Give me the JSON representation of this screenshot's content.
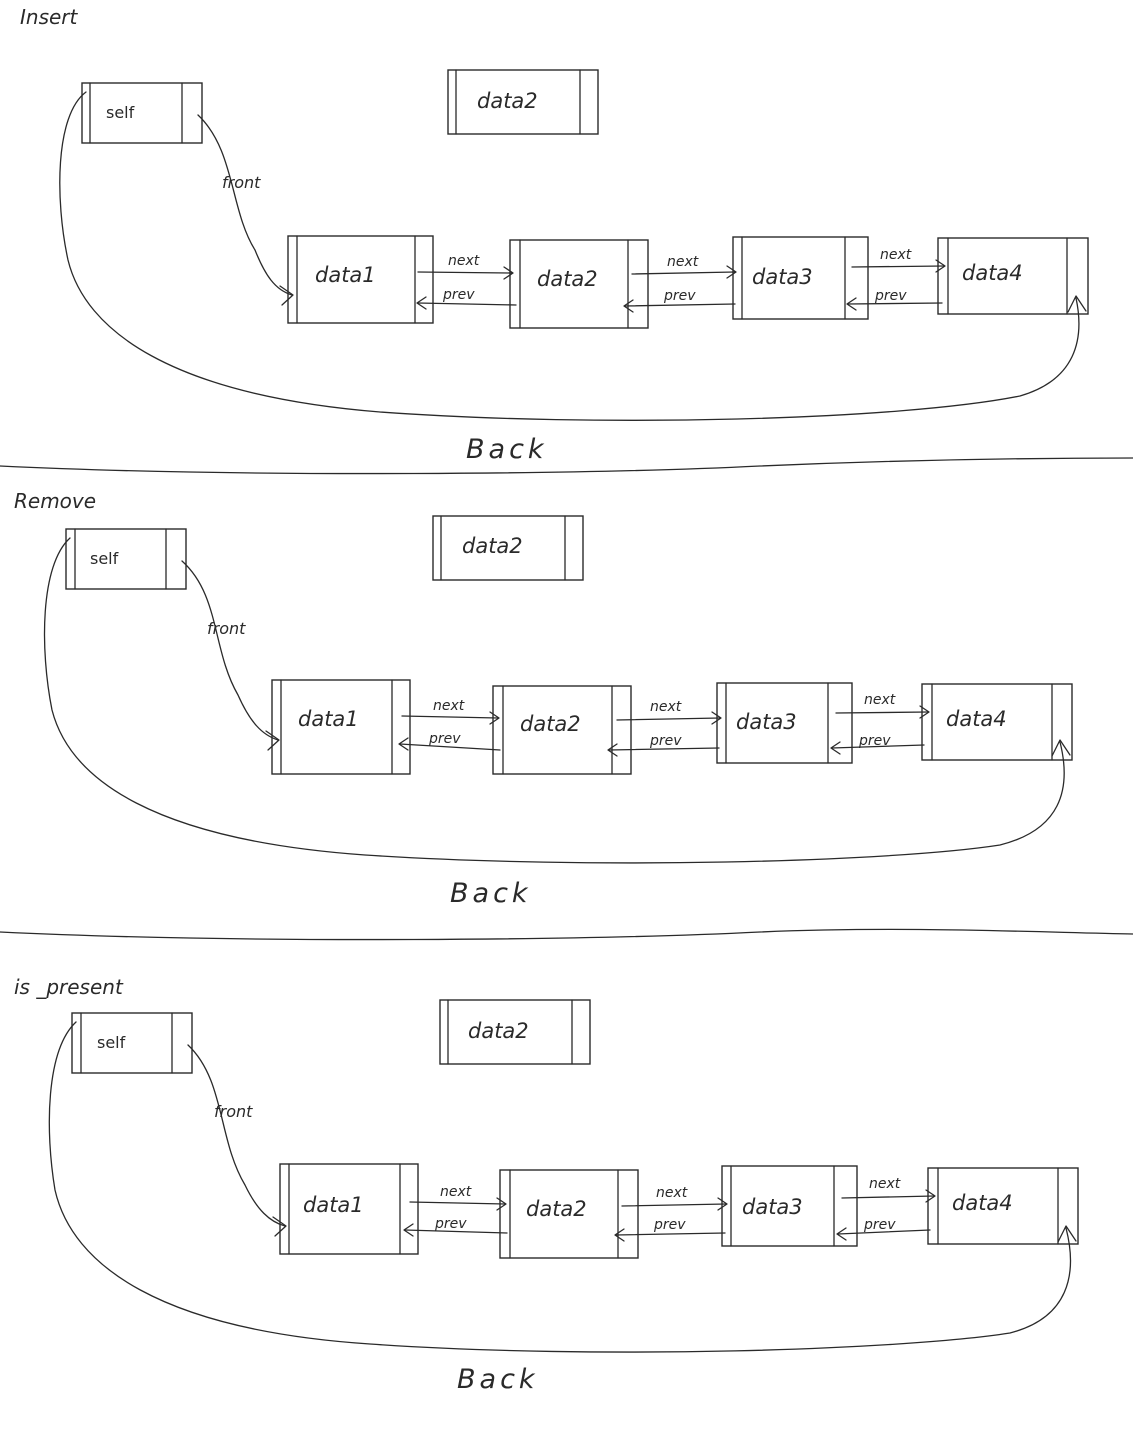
{
  "sections": [
    {
      "title": "Insert",
      "self": "self",
      "floating": "data2",
      "front": "front",
      "back": "Back",
      "nodes": [
        "data1",
        "data2",
        "data3",
        "data4"
      ],
      "next": "next",
      "prev": "prev"
    },
    {
      "title": "Remove",
      "self": "self",
      "floating": "data2",
      "front": "front",
      "back": "Back",
      "nodes": [
        "data1",
        "data2",
        "data3",
        "data4"
      ],
      "next": "next",
      "prev": "prev"
    },
    {
      "title": "is _present",
      "self": "self",
      "floating": "data2",
      "front": "front",
      "back": "Back",
      "nodes": [
        "data1",
        "data2",
        "data3",
        "data4"
      ],
      "next": "next",
      "prev": "prev"
    }
  ]
}
